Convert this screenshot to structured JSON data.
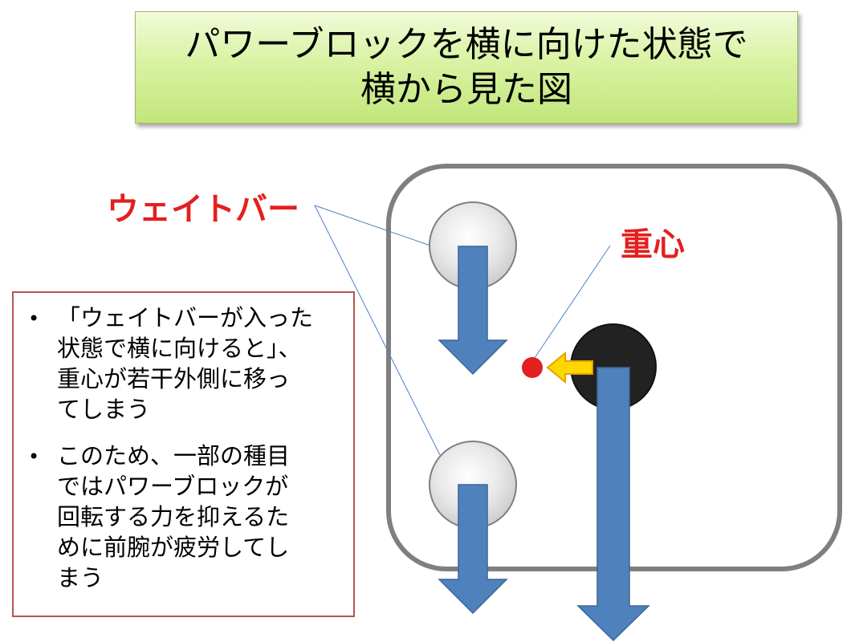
{
  "title": {
    "line1": "パワーブロックを横に向けた状態で",
    "line2": "横から見た図"
  },
  "labels": {
    "weight_bar": "ウェイトバー",
    "center_of_gravity": "重心"
  },
  "notes": {
    "bullet": "•",
    "item1": [
      "「ウェイトバーが入った",
      "状態で横に向けると」、",
      "重心が若干外側に移っ",
      "てしまう"
    ],
    "item2": [
      "このため、一部の種目",
      "ではパワーブロックが",
      "回転する力を抑えるた",
      "めに前腕が疲労してし",
      "まう"
    ]
  },
  "colors": {
    "arrow_blue": "#4f81bd",
    "cog_red": "#e41f1f",
    "frame_gray": "#7f7f7f",
    "accent_yellow": "#ffd700"
  }
}
